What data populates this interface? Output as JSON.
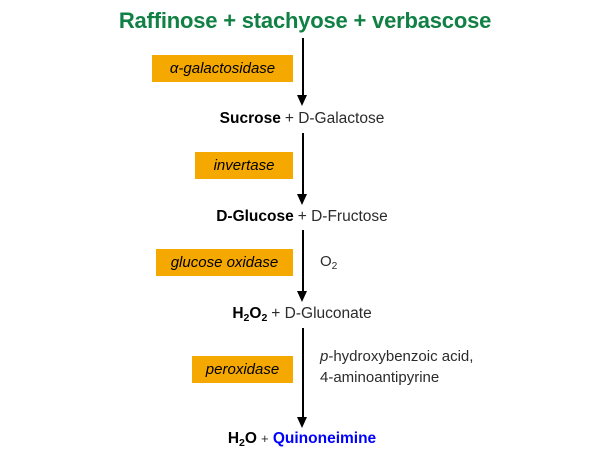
{
  "diagram": {
    "title": "Raffinose + stachyose + verbascose",
    "colors": {
      "title_green": "#118045",
      "enzyme_box_orange": "#F5A800",
      "product_blue": "#0000FF",
      "text_black": "#000000",
      "background": "#FFFFFF"
    },
    "steps": [
      {
        "enzyme": "α-galactosidase",
        "cosubstrate": "",
        "product_main": "Sucrose",
        "product_side": "+ D-Galactose"
      },
      {
        "enzyme": "invertase",
        "cosubstrate": "",
        "product_main": "D-Glucose",
        "product_side": "+ D-Fructose"
      },
      {
        "enzyme": "glucose oxidase",
        "cosubstrate": "O2",
        "product_main": "H2O2",
        "product_side": "+ D-Gluconate"
      },
      {
        "enzyme": "peroxidase",
        "cosubstrate_line1_italic": "p",
        "cosubstrate_line1_rest": "-hydroxybenzoic acid,",
        "cosubstrate_line2": "4-aminoantipyrine",
        "product_main": "H2O",
        "product_side": "Quinoneimine"
      }
    ],
    "labels": {
      "enzyme_1": "α-galactosidase",
      "enzyme_2": "invertase",
      "enzyme_3": "glucose oxidase",
      "enzyme_4": "peroxidase",
      "cosub_3": "O",
      "cosub_3_sub": "2",
      "cosub_4_italic": "p",
      "cosub_4_rest": "-hydroxybenzoic acid,",
      "cosub_4_line2": "4-aminoantipyrine",
      "row1_main": "Sucrose",
      "row1_plus": "+",
      "row1_side": "D-Galactose",
      "row2_main": "D-Glucose",
      "row2_plus": "+",
      "row2_side": "D-Fructose",
      "row3_main_h": "H",
      "row3_main_sub1": "2",
      "row3_main_o": "O",
      "row3_main_sub2": "2",
      "row3_plus": "+",
      "row3_side": "D-Gluconate",
      "row4_main_h": "H",
      "row4_main_sub1": "2",
      "row4_main_o": "O",
      "row4_plus": "+",
      "row4_side": "Quinoneimine"
    }
  }
}
